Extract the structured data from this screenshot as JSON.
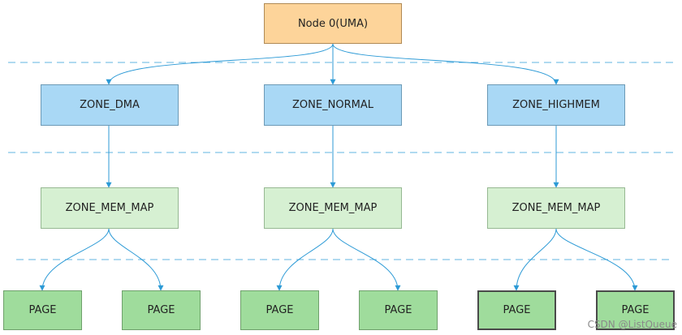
{
  "root": {
    "label": "Node 0(UMA)"
  },
  "zones": [
    {
      "label": "ZONE_DMA",
      "mem_map": "ZONE_MEM_MAP",
      "pages": [
        "PAGE",
        "PAGE"
      ]
    },
    {
      "label": "ZONE_NORMAL",
      "mem_map": "ZONE_MEM_MAP",
      "pages": [
        "PAGE",
        "PAGE"
      ]
    },
    {
      "label": "ZONE_HIGHMEM",
      "mem_map": "ZONE_MEM_MAP",
      "pages": [
        "PAGE",
        "PAGE"
      ]
    }
  ],
  "watermark": "CSDN @ListQueue",
  "colors": {
    "node": "#fdd49a",
    "zone": "#a9d8f5",
    "mem_map": "#d6f0d2",
    "page": "#9fdc9c",
    "connector": "#2c9ad6",
    "dashed_divider": "#62b4e0"
  }
}
